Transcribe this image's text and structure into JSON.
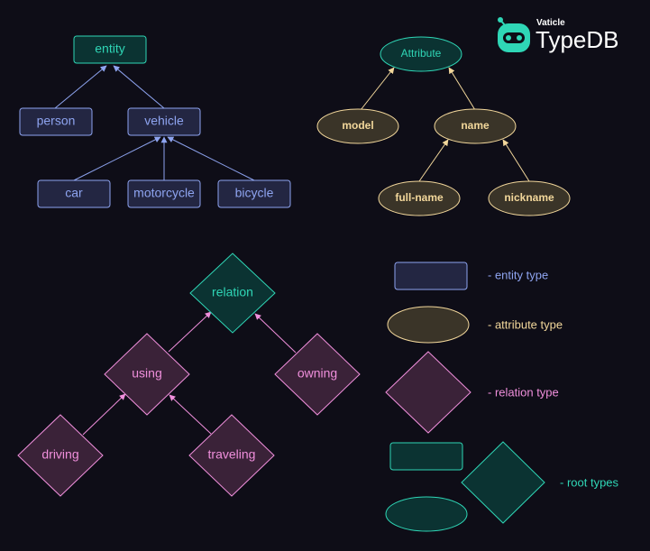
{
  "brand": {
    "company": "Vaticle",
    "product": "TypeDB",
    "logo_icon": "typedb-robot-icon"
  },
  "colors": {
    "background": "#0e0d17",
    "entity_fill": "#232642",
    "entity_stroke": "#8ea4f0",
    "attribute_fill": "#3a3428",
    "attribute_stroke": "#f2d79b",
    "relation_fill": "#3a2238",
    "relation_stroke": "#f08fdc",
    "root_fill": "#0b3332",
    "root_stroke": "#2fd6b6"
  },
  "entity_tree": {
    "root": "entity",
    "level1": [
      "person",
      "vehicle"
    ],
    "level2": [
      "car",
      "motorcycle",
      "bicycle"
    ]
  },
  "attribute_tree": {
    "root": "Attribute",
    "level1": [
      "model",
      "name"
    ],
    "level2": [
      "full-name",
      "nickname"
    ]
  },
  "relation_tree": {
    "root": "relation",
    "level1": [
      "using",
      "owning"
    ],
    "level2": [
      "driving",
      "traveling"
    ]
  },
  "legend": {
    "entity": "- entity type",
    "attribute": "- attribute type",
    "relation": "- relation type",
    "root": "- root types"
  }
}
